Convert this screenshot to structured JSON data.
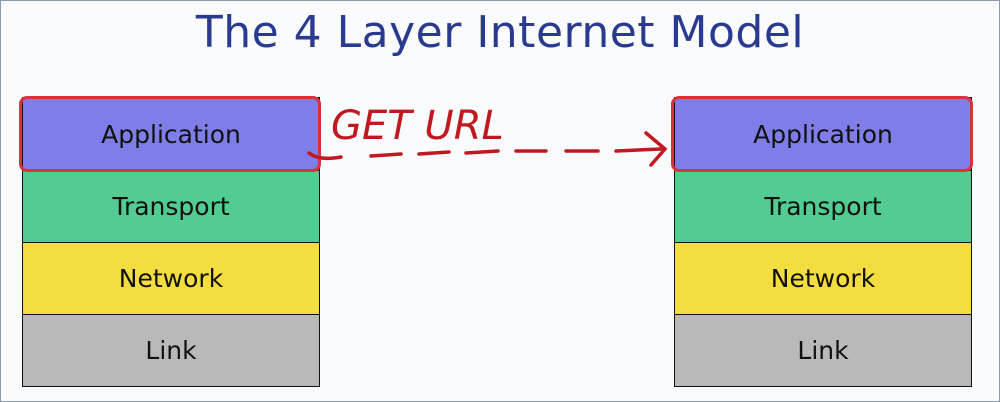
{
  "title": "The 4 Layer Internet Model",
  "left_stack": {
    "layers": [
      "Application",
      "Transport",
      "Network",
      "Link"
    ]
  },
  "right_stack": {
    "layers": [
      "Application",
      "Transport",
      "Network",
      "Link"
    ]
  },
  "annotation": {
    "text": "GET URL",
    "color": "#c0191f"
  },
  "colors": {
    "title": "#2a3b8f",
    "application": "#7f7ee8",
    "transport": "#52cc92",
    "network": "#f4dd3e",
    "link": "#b9b9b9",
    "highlight": "#d8323a"
  }
}
